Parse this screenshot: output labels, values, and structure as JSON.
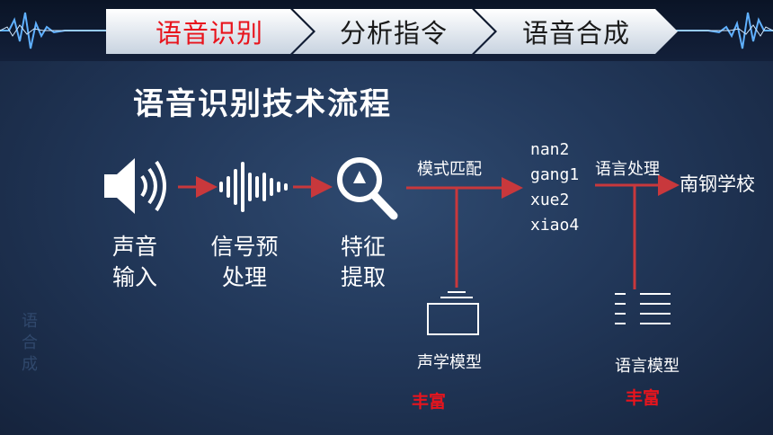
{
  "header": {
    "steps": [
      {
        "label": "语音识别",
        "active": true
      },
      {
        "label": "分析指令",
        "active": false
      },
      {
        "label": "语音合成",
        "active": false
      }
    ]
  },
  "title": "语音识别技术流程",
  "flow": {
    "input_label_1": "声音",
    "input_label_2": "输入",
    "signal_label_1": "信号预",
    "signal_label_2": "处理",
    "feature_label_1": "特征",
    "feature_label_2": "提取",
    "pattern_match": "模式匹配",
    "pinyin": [
      "nan2",
      "gang1",
      "xue2",
      "xiao4"
    ],
    "language_processing": "语言处理",
    "result": "南钢学校",
    "acoustic_model": "声学模型",
    "language_model": "语言模型",
    "rich_1": "丰富",
    "rich_2": "丰富"
  },
  "side_text": [
    "语",
    "合",
    "成"
  ],
  "colors": {
    "accent_red": "#e8141d",
    "arrow": "#c8383c",
    "background": "#22385a"
  }
}
